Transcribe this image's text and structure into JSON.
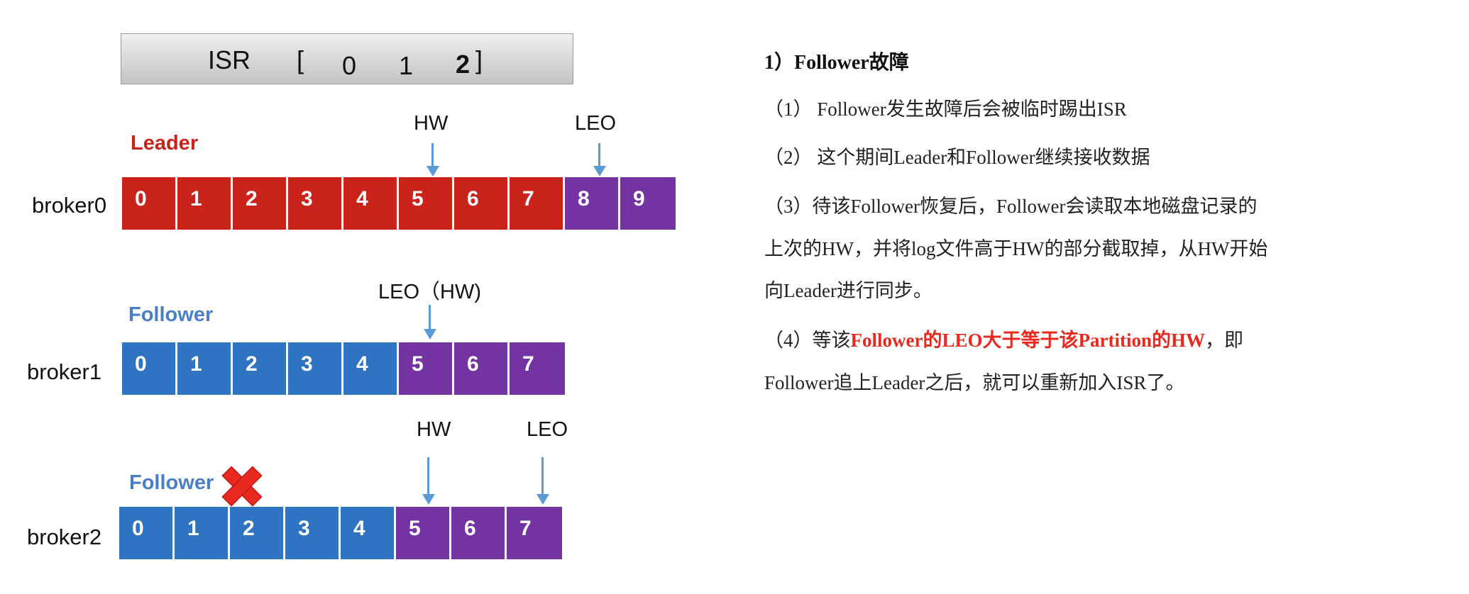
{
  "isr": {
    "label": "ISR",
    "open_bracket": "[",
    "v0": "0",
    "v1": "1",
    "v2": "2",
    "close_bracket": "]"
  },
  "markers": {
    "hw": "HW",
    "leo": "LEO",
    "leo_hw": "LEO（HW)"
  },
  "brokers": [
    {
      "name": "broker0",
      "role": "Leader",
      "cells": [
        "0",
        "1",
        "2",
        "3",
        "4",
        "5",
        "6",
        "7",
        "8",
        "9"
      ],
      "crashed": false
    },
    {
      "name": "broker1",
      "role": "Follower",
      "cells": [
        "0",
        "1",
        "2",
        "3",
        "4",
        "5",
        "6",
        "7"
      ],
      "crashed": false
    },
    {
      "name": "broker2",
      "role": "Follower",
      "cells": [
        "0",
        "1",
        "2",
        "3",
        "4",
        "5",
        "6",
        "7"
      ],
      "crashed": true
    }
  ],
  "colors": {
    "leader": "#c9231c",
    "follower": "#2f73c3",
    "uncommitted": "#7333a1",
    "arrow": "#5b9bd5",
    "crash": "#e8291f",
    "highlight": "#e8291f"
  },
  "text": {
    "title": "1）Follower故障",
    "p1": "（1） Follower发生故障后会被临时踢出ISR",
    "p2": "（2） 这个期间Leader和Follower继续接收数据",
    "p3_l1": "（3）待该Follower恢复后，Follower会读取本地磁盘记录的",
    "p3_l2": "上次的HW，并将log文件高于HW的部分截取掉，从HW开始",
    "p3_l3": "向Leader进行同步。",
    "p4_pre": "（4）等该",
    "p4_highlight": "Follower的LEO大于等于该Partition的HW",
    "p4_post": "，即",
    "p4_l2": "Follower追上Leader之后，就可以重新加入ISR了。"
  }
}
